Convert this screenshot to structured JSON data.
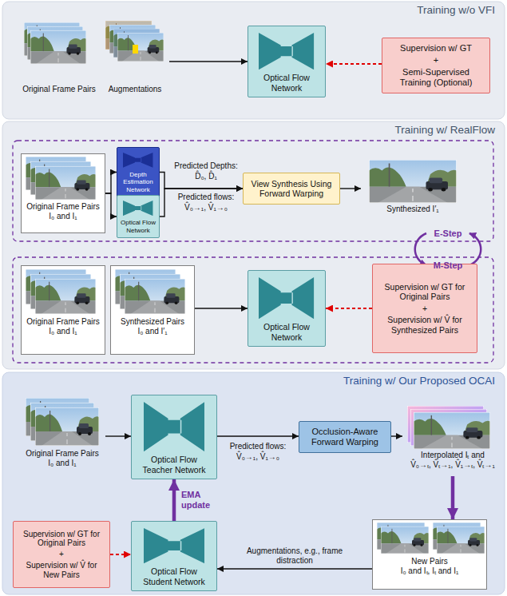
{
  "diagram": {
    "nodes": [
      {
        "text": [
          "Training w/o VFI"
        ]
      },
      {
        "text": [
          "Original Frame Pairs"
        ],
        "in": 0
      },
      {
        "text": [
          "Augmentations"
        ],
        "in": 0
      },
      {
        "text": [
          "Optical Flow Network"
        ],
        "in": 0
      },
      {
        "text": [
          "Supervision w/ GT",
          "+",
          "Semi-Supervised Training (Optional)"
        ],
        "in": 0
      },
      {
        "text": [
          "Training w/ RealFlow"
        ]
      },
      {
        "text": [
          "Original Frame Pairs",
          "I₀ and I₁"
        ],
        "in": 5
      },
      {
        "text": [
          "Depth Estimation Network"
        ],
        "in": 5
      },
      {
        "text": [
          "Optical Flow Network"
        ],
        "in": 5
      },
      {
        "text": [
          "View Synthesis Using Forward Warping"
        ],
        "in": 5
      },
      {
        "text": [
          "Synthesized I′₁"
        ],
        "in": 5
      },
      {
        "text": [
          "Original Frame Pairs",
          "I₀ and I₁"
        ],
        "in": 5
      },
      {
        "text": [
          "Synthesized Pairs",
          "I₀ and I′₁"
        ],
        "in": 5
      },
      {
        "text": [
          "Optical Flow Network"
        ],
        "in": 5
      },
      {
        "text": [
          "Supervision w/ GT for Original Pairs",
          "+",
          "Supervision w/ V̂ for Synthesized Pairs"
        ],
        "in": 5
      },
      {
        "text": [
          "Training w/ Our Proposed OCAI"
        ]
      },
      {
        "text": [
          "Original Frame Pairs",
          "I₀ and I₁"
        ],
        "in": 15
      },
      {
        "text": [
          "Optical Flow Teacher Network"
        ],
        "in": 15
      },
      {
        "text": [
          "Occlusion-Aware Forward Warping"
        ],
        "in": 15
      },
      {
        "text": [
          "Interpolated Iₜ and",
          "V̂₀→ₜ, V̂ₜ→₁, V̂₁→ₜ, V̂ₜ→₁"
        ],
        "in": 15
      },
      {
        "text": [
          "Supervision w/ GT for Original Pairs",
          "+",
          "Supervision w/ V̂ for New Pairs"
        ],
        "in": 15
      },
      {
        "text": [
          "Optical Flow Student Network"
        ],
        "in": 15
      },
      {
        "text": [
          "New Pairs",
          "I₀ and Iₜ, Iₜ and I₁"
        ],
        "in": 15
      }
    ],
    "edges": [
      {
        "from": 2,
        "to": 3,
        "arrow": "to"
      },
      {
        "from": 4,
        "to": 3,
        "arrow": "to"
      },
      {
        "from": 6,
        "to": 7,
        "arrow": "to"
      },
      {
        "from": 6,
        "to": 8,
        "arrow": "to"
      },
      {
        "from": 7,
        "to": 9,
        "arrow": "to"
      },
      {
        "from": 8,
        "to": 9,
        "arrow": "to"
      },
      {
        "from": 9,
        "to": 10,
        "arrow": "to"
      },
      {
        "from": 12,
        "to": 13,
        "arrow": "to"
      },
      {
        "from": 14,
        "to": 13,
        "arrow": "to"
      },
      {
        "from": 16,
        "to": 17,
        "arrow": "to"
      },
      {
        "from": 17,
        "to": 18,
        "arrow": "to"
      },
      {
        "from": 18,
        "to": 19,
        "arrow": "to"
      },
      {
        "from": 19,
        "to": 22,
        "arrow": "to"
      },
      {
        "from": 22,
        "to": 21,
        "arrow": "to",
        "label": "Augmentations, e.g., frame distraction"
      },
      {
        "from": 20,
        "to": 21,
        "arrow": "to"
      },
      {
        "from": 21,
        "to": 17,
        "arrow": "to",
        "label": "EMA update"
      }
    ],
    "labels": [
      "Predicted Depths:",
      "D̂₀, D̂₁",
      "Predicted flows:",
      "V̂₀→₁, V̂₁→₀",
      "E-Step",
      "M-Step",
      "Predicted flows:",
      "V̂₀→₁, V̂₁→₀"
    ]
  }
}
